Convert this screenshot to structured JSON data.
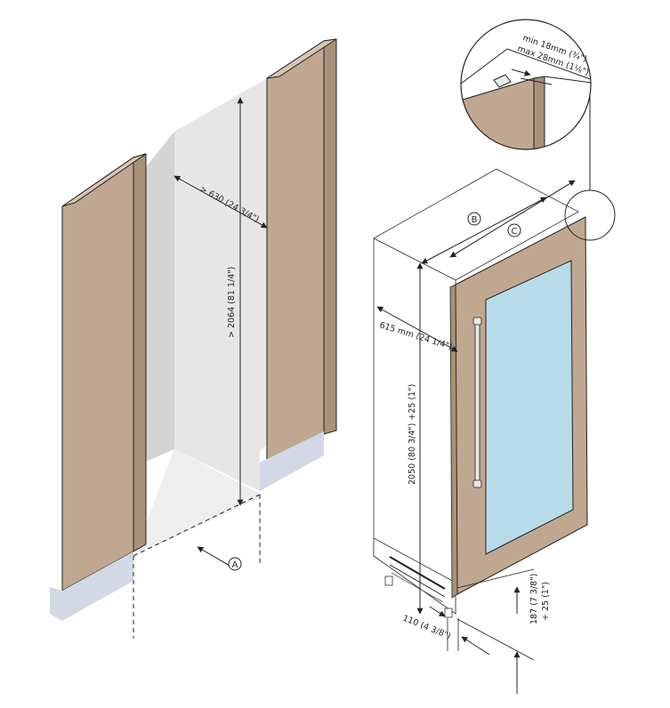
{
  "diagram": {
    "colors": {
      "panel": "#bfa88f",
      "wall": "#e6e6e6",
      "side_wall": "#d4d4d4",
      "floor": "#eeeeee",
      "plinth": "#d3d8e6",
      "glass": "#b8dbe9",
      "line": "#222222"
    },
    "labels": {
      "a": "A",
      "b": "B",
      "c": "C"
    },
    "dimensions": {
      "niche_width": "> 630 (24 3/4\")",
      "niche_height": "> 2064 (81 1/4\")",
      "depth": "615 mm (24 1/4\")",
      "cabinet_height": "2050 (80 3/4\") +25 (1\")",
      "gap_min": "min 18mm (¾\")",
      "gap_max": "max 28mm (1⅛\")",
      "plinth_height_line1": "187 (7 3/8\")",
      "plinth_height_line2": "+ 25 (1\")",
      "foot_depth": "110 (4 3/8\")"
    }
  }
}
